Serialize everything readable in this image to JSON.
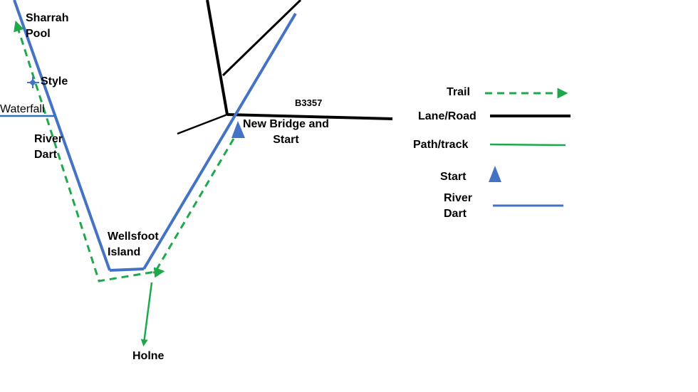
{
  "colors": {
    "river": "#4472C4",
    "road": "#000000",
    "trail": "#1EA84B",
    "path": "#1EA84B",
    "start": "#4472C4",
    "waterfall": "#2E75B6"
  },
  "icons": {
    "style": "crosshair-diamond-icon",
    "start": "triangle-icon"
  },
  "labels": {
    "sharrah_pool": [
      "Sharrah",
      "Pool"
    ],
    "style": "Style",
    "waterfall": "Waterfall",
    "river_dart": [
      "River",
      "Dart"
    ],
    "wellsfoot_island": [
      "Wellsfoot",
      "Island"
    ],
    "new_bridge": [
      "New Bridge and",
      "Start"
    ],
    "road_b3357": "B3357",
    "holne": "Holne"
  },
  "legend": {
    "trail": "Trail",
    "lane_road": "Lane/Road",
    "path_track": "Path/track",
    "start": "Start",
    "river_dart": [
      "River",
      "Dart"
    ]
  }
}
